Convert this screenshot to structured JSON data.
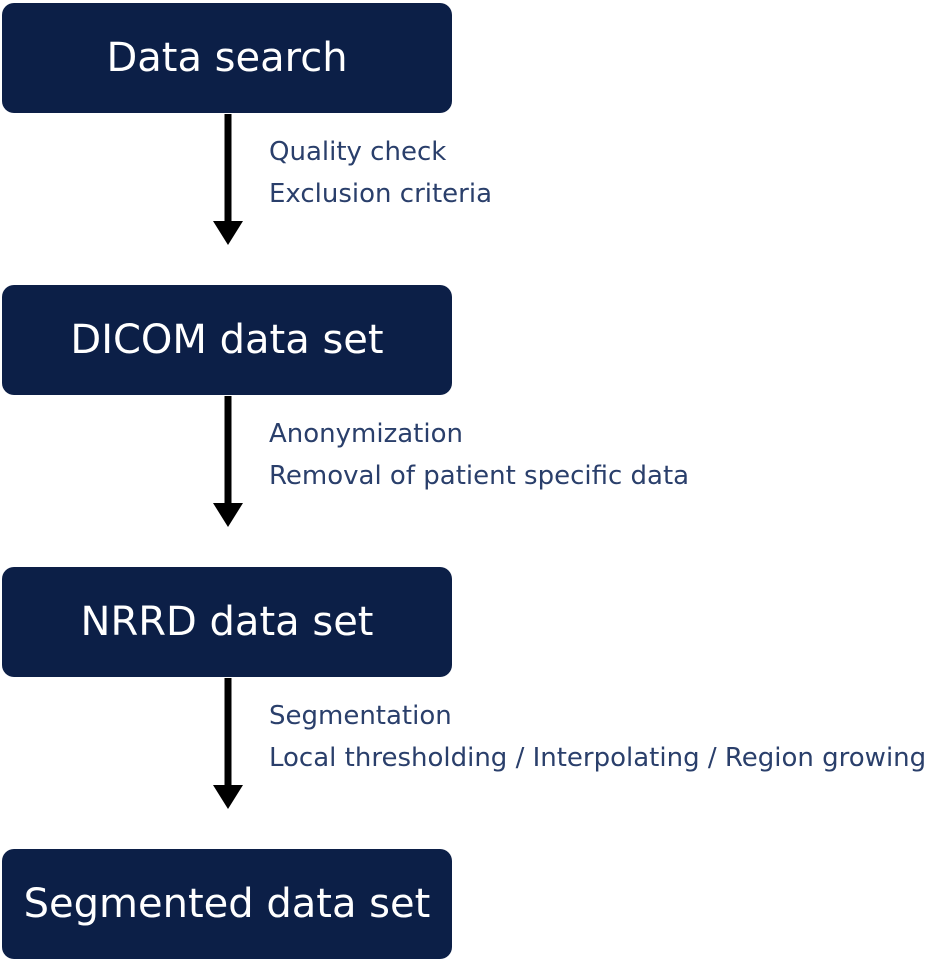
{
  "diagram": {
    "steps": [
      {
        "label": "Data search"
      },
      {
        "label": "DICOM data set"
      },
      {
        "label": "NRRD data set"
      },
      {
        "label": "Segmented data set"
      }
    ],
    "transitions": [
      {
        "line1": "Quality check",
        "line2": "Exclusion criteria"
      },
      {
        "line1": "Anonymization",
        "line2": "Removal of patient specific data"
      },
      {
        "line1": "Segmentation",
        "line2": "Local thresholding / Interpolating / Region growing"
      }
    ],
    "colors": {
      "box_fill": "#0c1f47",
      "box_text": "#ffffff",
      "note_text": "#2a3f6b",
      "arrow": "#000000"
    }
  }
}
